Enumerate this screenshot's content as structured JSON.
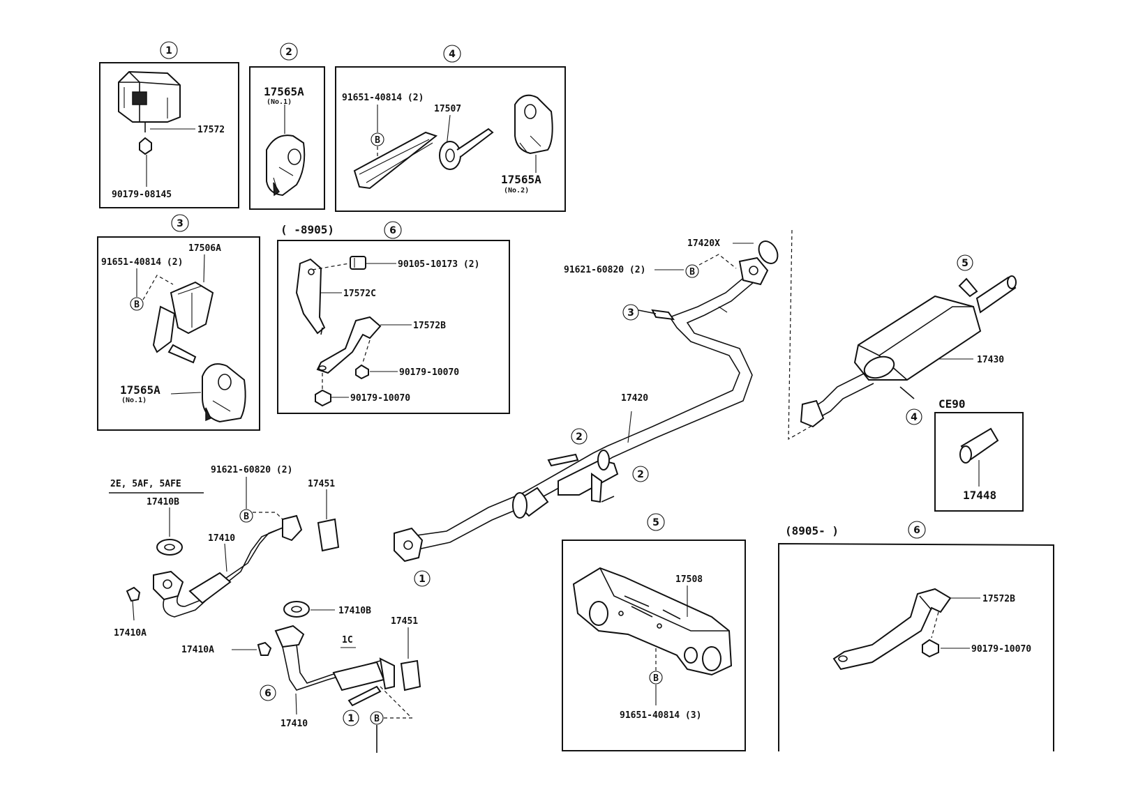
{
  "panels": {
    "p1": {
      "badge": "1",
      "labels": [
        "17572",
        "90179-08145"
      ]
    },
    "p2": {
      "badge": "2",
      "labels": [
        "17565A",
        "(No.1)"
      ]
    },
    "p4": {
      "badge": "4",
      "labels": [
        "91651-40814 (2)",
        "17507",
        "17565A",
        "(No.2)"
      ],
      "b_marker": "B"
    },
    "p3": {
      "badge": "3",
      "labels": [
        "17506A",
        "91651-40814 (2)",
        "17565A",
        "(No.1)"
      ],
      "b_marker": "B"
    },
    "p6a": {
      "badge": "6",
      "period": "(      -8905)",
      "labels": [
        "90105-10173 (2)",
        "17572C",
        "17572B",
        "90179-10070",
        "90179-10070"
      ]
    },
    "p5": {
      "badge": "5",
      "labels": [
        "17508",
        "91651-40814 (3)"
      ],
      "b_marker": "B"
    },
    "p6b": {
      "badge": "6",
      "period": "(8905-          )",
      "labels": [
        "17572B",
        "90179-10070"
      ]
    },
    "ce90": {
      "title": "CE90",
      "label": "17448"
    }
  },
  "main": {
    "engine_heading": "2E, 5AF, 5AFE",
    "variant_1c": "1C",
    "labels": {
      "l17420x": "17420X",
      "l91621a": "91621-60820 (2)",
      "l17420": "17420",
      "l17430": "17430",
      "l91621b": "91621-60820 (2)",
      "l17451a": "17451",
      "l17410b1": "17410B",
      "l17410a1": "17410",
      "l17410A1": "17410A",
      "l17410b2": "17410B",
      "l17451b": "17451",
      "l17410A2": "17410A",
      "l17410a2": "17410"
    },
    "callouts": {
      "c3": "3",
      "c5": "5",
      "c4": "4",
      "c2a": "2",
      "c2b": "2",
      "c1a": "1",
      "c6": "6",
      "c1b": "1"
    },
    "b_marker": "B"
  }
}
